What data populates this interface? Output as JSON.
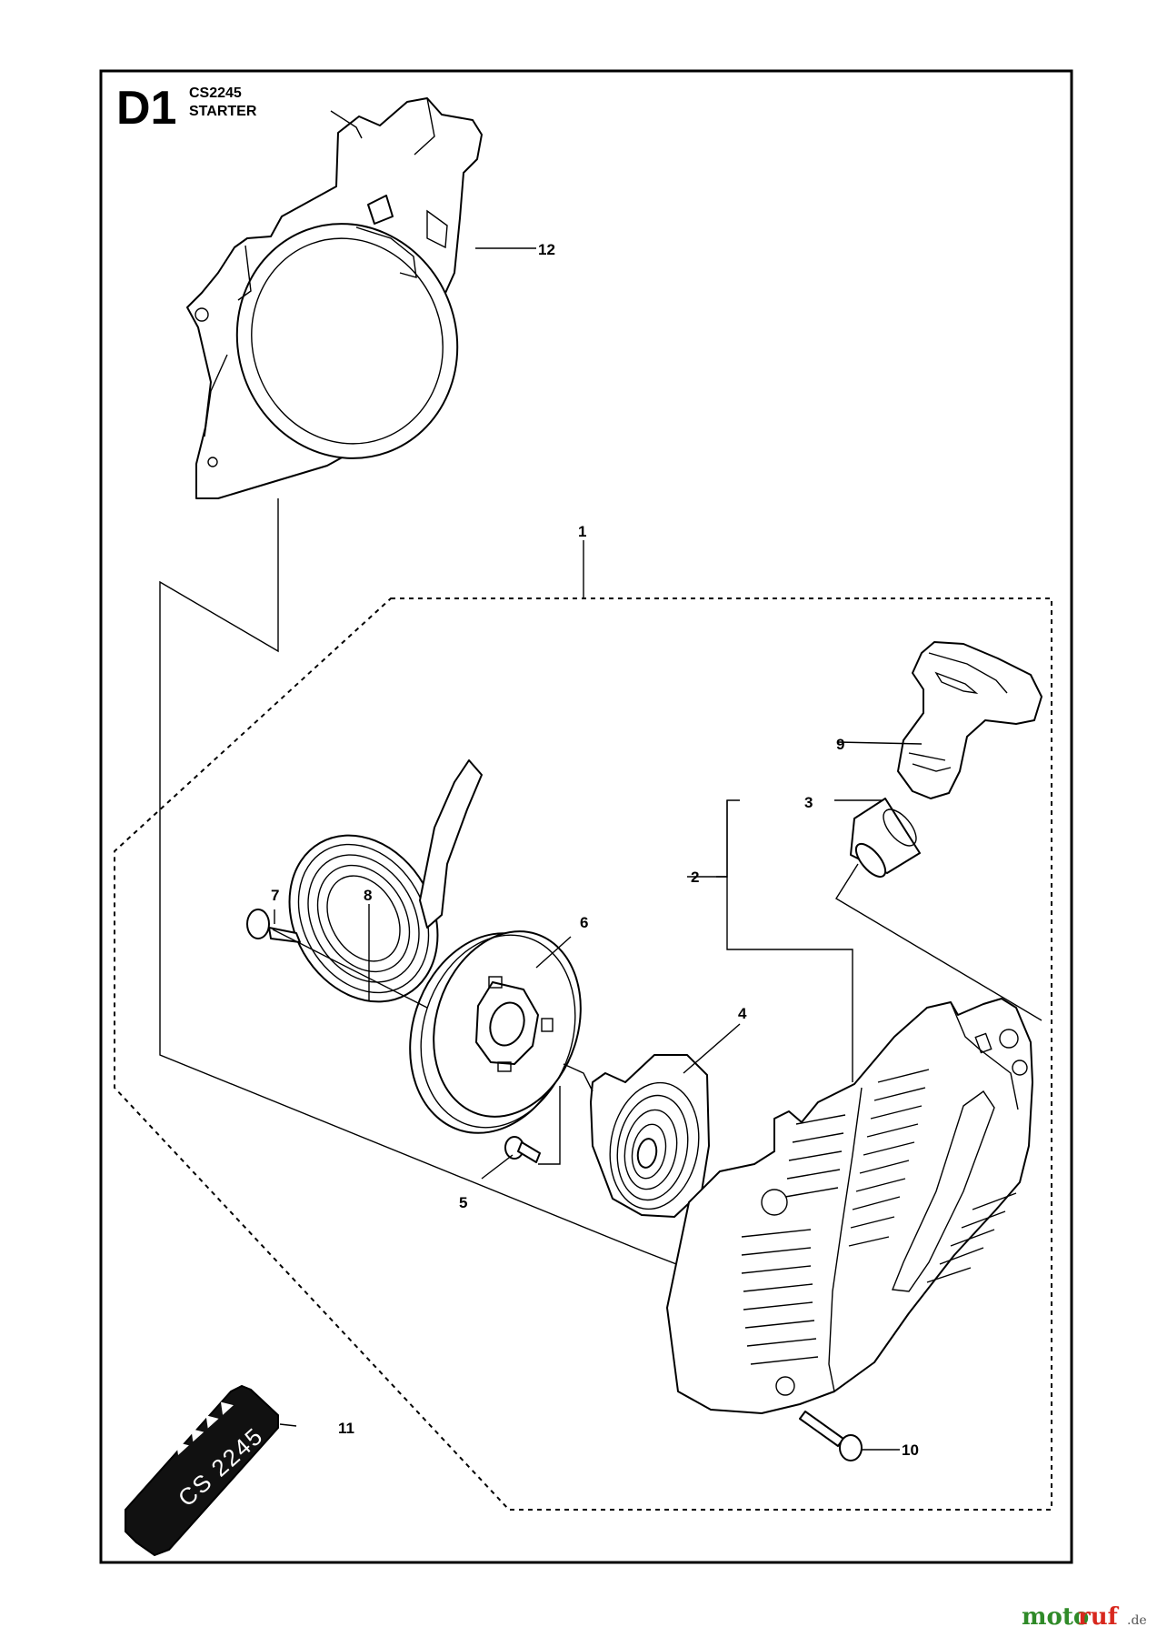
{
  "header": {
    "section_code": "D1",
    "model": "CS2245",
    "title": "STARTER"
  },
  "callouts": {
    "c1": "1",
    "c2": "2",
    "c3": "3",
    "c4": "4",
    "c5": "5",
    "c6": "6",
    "c7": "7",
    "c8": "8",
    "c9": "9",
    "c10": "10",
    "c11": "11",
    "c12": "12"
  },
  "decal": {
    "text": "CS 2245"
  },
  "watermark": {
    "part1": "moto",
    "part2": "ruf",
    "tld": ".de"
  }
}
